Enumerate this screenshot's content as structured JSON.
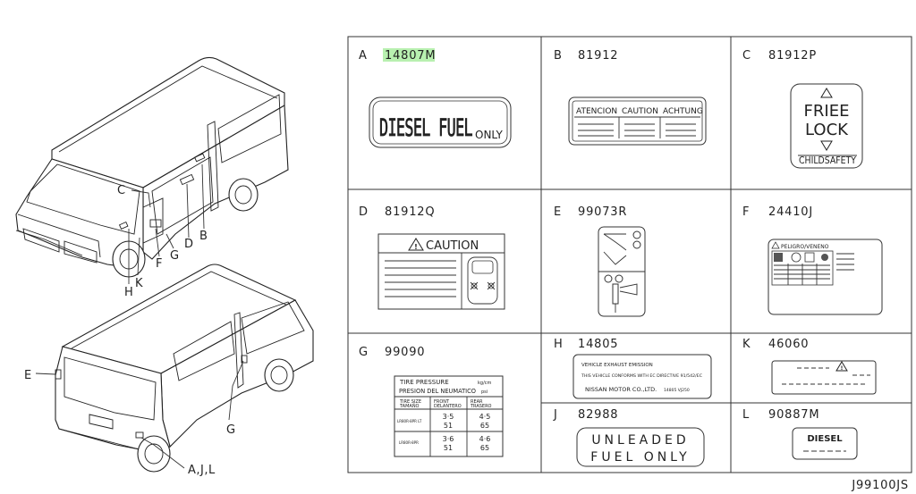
{
  "callouts": {
    "C": "C",
    "H": "H",
    "K": "K",
    "F": "F",
    "G": "G",
    "D": "D",
    "B": "B",
    "E": "E",
    "G2": "G",
    "AJL": "A,J,L"
  },
  "cells": [
    {
      "letter": "A",
      "code": "14807M",
      "highlighted": true
    },
    {
      "letter": "B",
      "code": "81912"
    },
    {
      "letter": "C",
      "code": "81912P"
    },
    {
      "letter": "D",
      "code": "81912Q"
    },
    {
      "letter": "E",
      "code": "99073R"
    },
    {
      "letter": "F",
      "code": "24410J"
    },
    {
      "letter": "G",
      "code": "99090"
    },
    {
      "letter": "H",
      "code": "14805"
    },
    {
      "letter": "K",
      "code": "46060"
    },
    {
      "letter": "J",
      "code": "82988"
    },
    {
      "letter": "L",
      "code": "90887M"
    }
  ],
  "labels": {
    "a_line1": "DIESEL FUEL",
    "a_line2": "ONLY",
    "b_headers": [
      "ATENCION",
      "CAUTION",
      "ACHTUNG"
    ],
    "c_line1": "FRIEE",
    "c_line2": "LOCK",
    "c_line3": "CHILDSAFETY",
    "d_title": "CAUTION",
    "f_title": "PELIGRO/VENENO",
    "g_title1": "TIRE PRESSURE",
    "g_unit1": "kg/cm",
    "g_title2": "PRESION DEL NEUMATICO",
    "g_unit2": "psi",
    "g_col1a": "TIRE SIZE",
    "g_col1b": "TAMAÑO",
    "g_col2a": "FRONT",
    "g_col2b": "DELANTERO",
    "g_col3a": "REAR",
    "g_col3b": "TRASERO",
    "g_row1_size": "LR80R-8PR LT",
    "g_row1_front": "3·5",
    "g_row1_front_psi": "51",
    "g_row1_rear": "4·5",
    "g_row1_rear_psi": "65",
    "g_row2_size": "LR80R-8PR",
    "g_row2_front": "3·6",
    "g_row2_front_psi": "51",
    "g_row2_rear": "4·6",
    "g_row2_rear_psi": "65",
    "h_line1": "VEHICLE EXHAUST EMISSION",
    "h_line2": "THIS VEHICLE CONFORMS WITH EC DIRECTIVE 91/542/EC",
    "h_line3": "NISSAN MOTOR CO.,LTD.",
    "h_line3b": "14805 VJ250",
    "j_line1": "UNLEADED",
    "j_line2": "FUEL ONLY",
    "l_line1": "DIESEL"
  },
  "diagram_id": "J99100JS"
}
